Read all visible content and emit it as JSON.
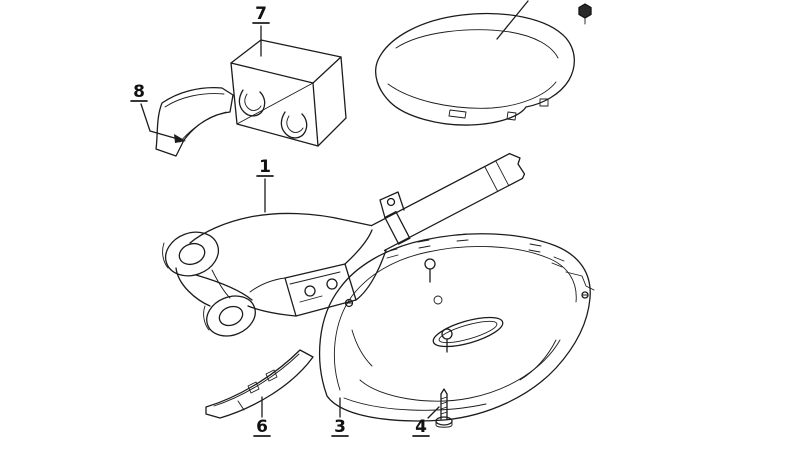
{
  "diagram": {
    "type": "exploded-parts-diagram",
    "background_color": "#ffffff",
    "line_color": "#1c1c1c",
    "callouts": [
      {
        "label": "7"
      },
      {
        "label": "8"
      },
      {
        "label": "1"
      },
      {
        "label": "6"
      },
      {
        "label": "3"
      },
      {
        "label": "4"
      }
    ],
    "parts": [
      {
        "name": "upper-shroud-cap",
        "callout": "7"
      },
      {
        "name": "bent-trim-strip",
        "callout": "8"
      },
      {
        "name": "steering-column-bracket-assembly",
        "callout": "1"
      },
      {
        "name": "lower-trim-strip",
        "callout": "6"
      },
      {
        "name": "lower-shroud-shell",
        "callout": "3"
      },
      {
        "name": "pan-head-screw",
        "callout": "4"
      },
      {
        "name": "upper-shroud-shell",
        "callout": ""
      },
      {
        "name": "hex-nut",
        "callout": ""
      }
    ]
  }
}
